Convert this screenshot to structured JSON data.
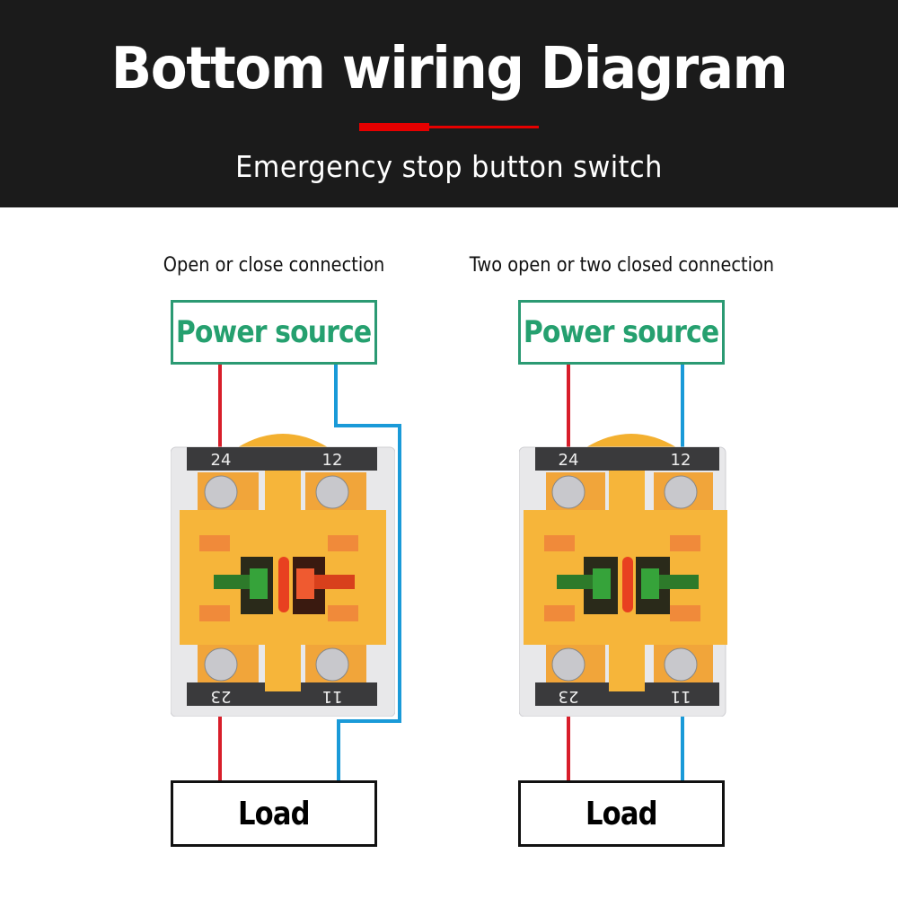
{
  "header": {
    "title": "Bottom wiring Diagram",
    "subtitle": "Emergency stop button switch",
    "accent_color": "#e60000",
    "background_color": "#1b1b1b"
  },
  "colors": {
    "power_source_green": "#25a06f",
    "wire_red": "#d81e2a",
    "wire_blue": "#1a9ad8",
    "switch_yellow": "#f6b53a"
  },
  "diagrams": [
    {
      "caption": "Open or close connection",
      "power_label": "Power source",
      "load_label": "Load",
      "terminals": {
        "top_left": "24",
        "top_right": "12",
        "bottom_left": "23",
        "bottom_right": "11"
      },
      "contacts": [
        "green (NO)",
        "red (NC)"
      ]
    },
    {
      "caption": "Two open or two closed connection",
      "power_label": "Power source",
      "load_label": "Load",
      "terminals": {
        "top_left": "24",
        "top_right": "12",
        "bottom_left": "23",
        "bottom_right": "11"
      },
      "contacts": [
        "green (NO)",
        "green (NO)"
      ]
    }
  ]
}
